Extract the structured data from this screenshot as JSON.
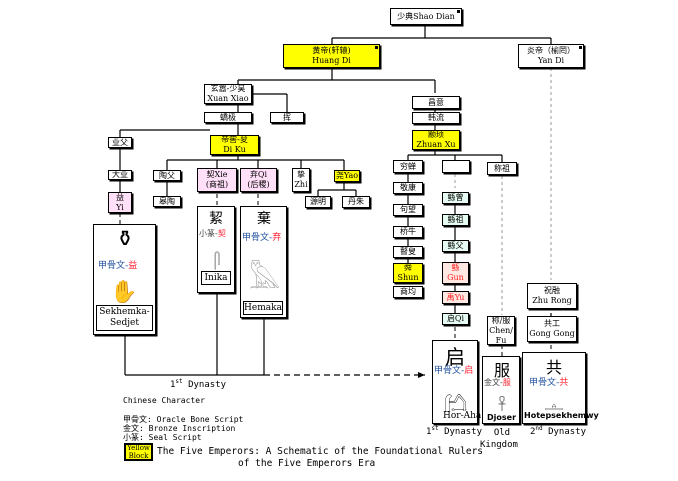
{
  "title": {
    "line1": "The Five Emperors: A Schematic of the Foundational Rulers",
    "line2": "of the Five Emperors Era"
  },
  "nodes": {
    "shao_dian": "少典Shao Dian",
    "huang_di": [
      "黄帝(轩辕)",
      "Huang Di"
    ],
    "yan_di": [
      "炎帝（榆罔）",
      "Yan Di"
    ],
    "xuan_xiao": [
      "玄嚣-少昊",
      "Xuan Xiao"
    ],
    "jiao_ji": "蟜极",
    "hui": "挥",
    "di_ku": [
      "帝喾-夋",
      "Di Ku"
    ],
    "ye_fu": "业父",
    "da_ye": "大业",
    "yi": [
      "益",
      "Yi"
    ],
    "tao_fu": "陶父",
    "gao_tao": "皋陶",
    "xie": [
      "契Xie",
      "(商祖)"
    ],
    "qi": [
      "弃Qi",
      "(后稷)"
    ],
    "zhi": [
      "挚",
      "Zhi"
    ],
    "yao": "尧Yao",
    "fang_ming": "源明",
    "dan_zhu": "丹朱",
    "chang_yi": "昌意",
    "han_liu": "韩流",
    "zhuan_xu": [
      "颛顼",
      "Zhuan Xu"
    ],
    "qiong_chan": "穷蝉",
    "blank": "",
    "cheng_zu": "称祖",
    "jing_kang": "敬康",
    "ju_wang": "句望",
    "qiao_niu": "桥牛",
    "gu_sou": "瞽叟",
    "shun": [
      "舜",
      "Shun"
    ],
    "shang_jun": "商均",
    "gun_zeng": "鲧曾",
    "gun_zu": "鲧祖",
    "gun_fu": "鲧父",
    "gun": [
      "鲧",
      "Gun"
    ],
    "yu": "禹Yu",
    "qi_xia": "启Qi",
    "zhu_rong": [
      "祝融",
      "Zhu Rong"
    ],
    "gong_gong": [
      "共工",
      "Gong Gong"
    ],
    "chen_fu": [
      "称/服",
      "Chen/",
      "Fu"
    ]
  },
  "panels": {
    "yi": {
      "script": "甲骨文-",
      "char": "益",
      "name": [
        "Sekhemka-",
        "Sedjet"
      ]
    },
    "xie": {
      "script": "小篆-",
      "char": "契",
      "name": "Inika"
    },
    "qi": {
      "script": "甲骨文-",
      "char": "弃",
      "name": "Hemaka"
    },
    "qi_xia": {
      "script": "甲骨文-",
      "char": "启",
      "name": "Hor-Aha"
    },
    "fu": {
      "script": "金文-",
      "char": "服",
      "name": "Djoser"
    },
    "gong": {
      "script": "甲骨文-",
      "char": "共",
      "name": "Hotepsekhemwy"
    }
  },
  "dynasty_labels": {
    "first_left": [
      "1",
      "st",
      " Dynasty"
    ],
    "first_right": [
      "1",
      "st",
      " Dynasty"
    ],
    "old_kingdom": [
      "Old",
      "Kingdom"
    ],
    "second": [
      "2",
      "nd",
      " Dynasty"
    ]
  },
  "legend": {
    "heading": "Chinese Character",
    "items": [
      "甲骨文: Oracle Bone Script",
      "金文: Bronze Inscription",
      "小篆: Seal Script"
    ],
    "swatch": [
      "Yellow",
      "Block"
    ]
  },
  "colors": {
    "emperor_highlight": "#ffff00",
    "pink_node": "#ffe0f8",
    "mint_node": "#e6fbf1",
    "salmon_node": "#ffe8e2",
    "script_blue": "#2050a0",
    "char_red": "#ff2030"
  }
}
